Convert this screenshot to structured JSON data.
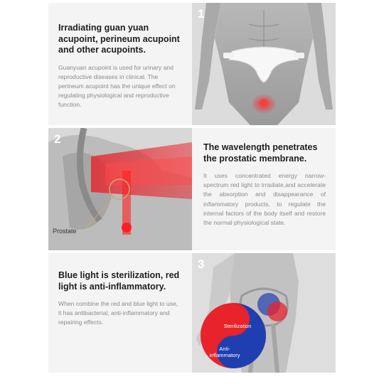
{
  "section1": {
    "heading": "Irradiating guan yuan acupoint, perineum acupoint and other acupoints.",
    "description": "Guanyuan acupoint is used for urinary and reproductive diseases in clinical. The perineum acupoint has the unique effect on regulating physiological and reproductive function.",
    "badge": "1"
  },
  "section2": {
    "heading": "The wavelength penetrates the prostatic membrane.",
    "description": "It uses concentrated energy narrow-spectrum red light to irradiate,and accelerate the absorption and disappearance of inflammatory products, to regulate the internal factors of the body itself and restore the normal physiological state.",
    "badge": "2",
    "label": "Prostate"
  },
  "section3": {
    "heading": "Blue light is sterilization, red light is anti-inflammatory.",
    "description": "When combine the red and blue light to use, it has antibacterial, anti-inflammatory and repairing effects.",
    "badge": "3",
    "sterilization_label": "Sterilization",
    "anti_label": "Anti-inflammatory"
  },
  "colors": {
    "badge_gold": "#c8a878",
    "red_light": "#e8232b",
    "blue_light": "#1f3fb0"
  }
}
